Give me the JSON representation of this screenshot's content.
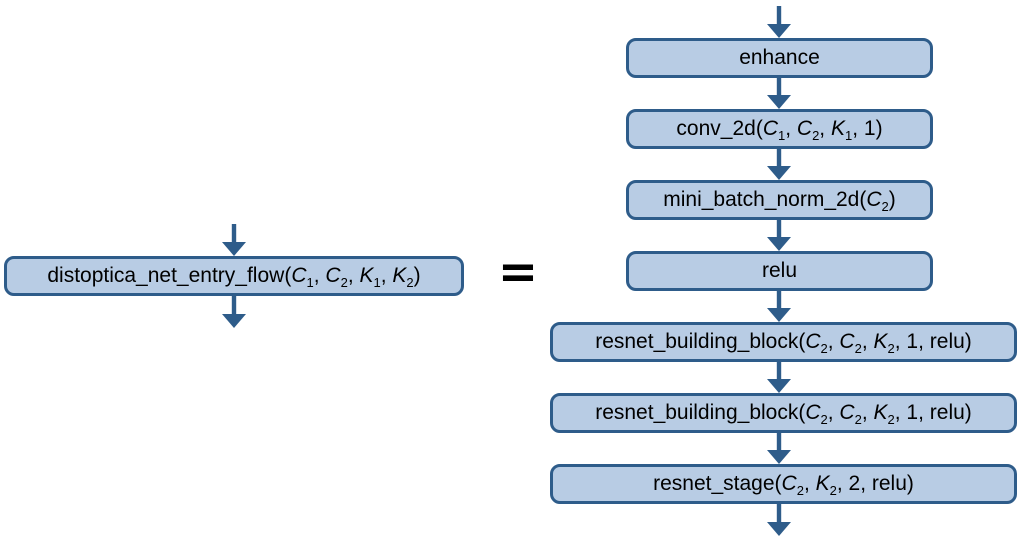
{
  "colors": {
    "box_fill": "#b8cce4",
    "box_border": "#2e5c8a",
    "arrow": "#2e5c8a",
    "text": "#000000",
    "background": "#ffffff"
  },
  "equation": {
    "equals": "="
  },
  "left_node": {
    "text": "distoptica_net_entry_flow(C₁, C₂, K₁, K₂)",
    "segments": [
      {
        "t": "distoptica_net_entry_flow("
      },
      {
        "t": "C",
        "i": true
      },
      {
        "t": "1",
        "s": true
      },
      {
        "t": ", "
      },
      {
        "t": "C",
        "i": true
      },
      {
        "t": "2",
        "s": true
      },
      {
        "t": ", "
      },
      {
        "t": "K",
        "i": true
      },
      {
        "t": "1",
        "s": true
      },
      {
        "t": ", "
      },
      {
        "t": "K",
        "i": true
      },
      {
        "t": "2",
        "s": true
      },
      {
        "t": ")"
      }
    ]
  },
  "right_nodes": [
    {
      "text": "enhance",
      "segments": [
        {
          "t": "enhance"
        }
      ]
    },
    {
      "text": "conv_2d(C₁, C₂, K₁, 1)",
      "segments": [
        {
          "t": "conv_2d("
        },
        {
          "t": "C",
          "i": true
        },
        {
          "t": "1",
          "s": true
        },
        {
          "t": ", "
        },
        {
          "t": "C",
          "i": true
        },
        {
          "t": "2",
          "s": true
        },
        {
          "t": ", "
        },
        {
          "t": "K",
          "i": true
        },
        {
          "t": "1",
          "s": true
        },
        {
          "t": ", 1)"
        }
      ]
    },
    {
      "text": "mini_batch_norm_2d(C₂)",
      "segments": [
        {
          "t": "mini_batch_norm_2d("
        },
        {
          "t": "C",
          "i": true
        },
        {
          "t": "2",
          "s": true
        },
        {
          "t": ")"
        }
      ]
    },
    {
      "text": "relu",
      "segments": [
        {
          "t": "relu"
        }
      ]
    },
    {
      "text": "resnet_building_block(C₂, C₂, K₂, 1, relu)",
      "segments": [
        {
          "t": "resnet_building_block("
        },
        {
          "t": "C",
          "i": true
        },
        {
          "t": "2",
          "s": true
        },
        {
          "t": ", "
        },
        {
          "t": "C",
          "i": true
        },
        {
          "t": "2",
          "s": true
        },
        {
          "t": ", "
        },
        {
          "t": "K",
          "i": true
        },
        {
          "t": "2",
          "s": true
        },
        {
          "t": ", 1, relu)"
        }
      ]
    },
    {
      "text": "resnet_building_block(C₂, C₂, K₂, 1, relu)",
      "segments": [
        {
          "t": "resnet_building_block("
        },
        {
          "t": "C",
          "i": true
        },
        {
          "t": "2",
          "s": true
        },
        {
          "t": ", "
        },
        {
          "t": "C",
          "i": true
        },
        {
          "t": "2",
          "s": true
        },
        {
          "t": ", "
        },
        {
          "t": "K",
          "i": true
        },
        {
          "t": "2",
          "s": true
        },
        {
          "t": ", 1, relu)"
        }
      ]
    },
    {
      "text": "resnet_stage(C₂, K₂, 2, relu)",
      "segments": [
        {
          "t": "resnet_stage("
        },
        {
          "t": "C",
          "i": true
        },
        {
          "t": "2",
          "s": true
        },
        {
          "t": ", "
        },
        {
          "t": "K",
          "i": true
        },
        {
          "t": "2",
          "s": true
        },
        {
          "t": ", 2, relu)"
        }
      ]
    }
  ]
}
